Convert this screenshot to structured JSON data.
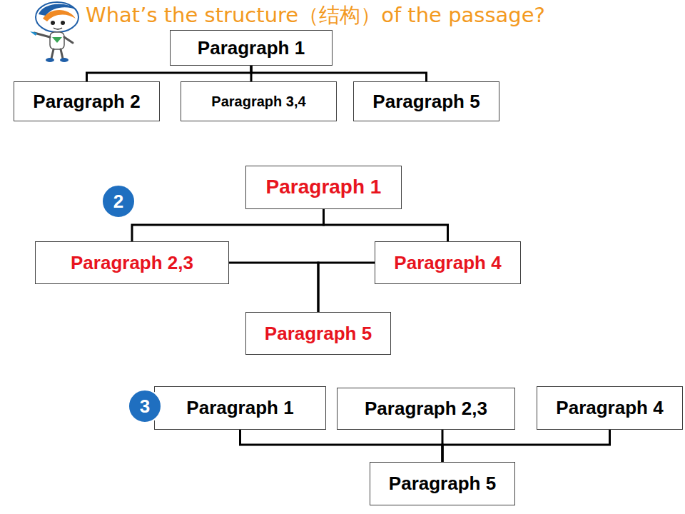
{
  "diagram": {
    "title": "What’s the structure（结构）of the passage?",
    "nodes": [
      {
        "text": [
          "Paragraph 1"
        ]
      },
      {
        "text": [
          "Paragraph 2"
        ]
      },
      {
        "text": [
          "Paragraph 3,4"
        ]
      },
      {
        "text": [
          "Paragraph 5"
        ]
      },
      {
        "text": [
          "Paragraph 1"
        ]
      },
      {
        "text": [
          "Paragraph 2,3"
        ]
      },
      {
        "text": [
          "Paragraph 4"
        ]
      },
      {
        "text": [
          "Paragraph 5"
        ]
      },
      {
        "text": [
          "Paragraph 1"
        ]
      },
      {
        "text": [
          "Paragraph 2,3"
        ]
      },
      {
        "text": [
          "Paragraph 4"
        ]
      },
      {
        "text": [
          "Paragraph 5"
        ]
      }
    ],
    "edges": [
      {
        "from": 0,
        "to": 1,
        "arrow": "none"
      },
      {
        "from": 0,
        "to": 2,
        "arrow": "none"
      },
      {
        "from": 0,
        "to": 3,
        "arrow": "none"
      },
      {
        "from": 4,
        "to": 5,
        "arrow": "none"
      },
      {
        "from": 4,
        "to": 6,
        "arrow": "none"
      },
      {
        "from": 5,
        "to": 7,
        "arrow": "none"
      },
      {
        "from": 6,
        "to": 7,
        "arrow": "none"
      },
      {
        "from": 8,
        "to": 11,
        "arrow": "none"
      },
      {
        "from": 9,
        "to": 11,
        "arrow": "none"
      },
      {
        "from": 10,
        "to": 11,
        "arrow": "none"
      }
    ],
    "labels": [
      "2",
      "3"
    ]
  }
}
